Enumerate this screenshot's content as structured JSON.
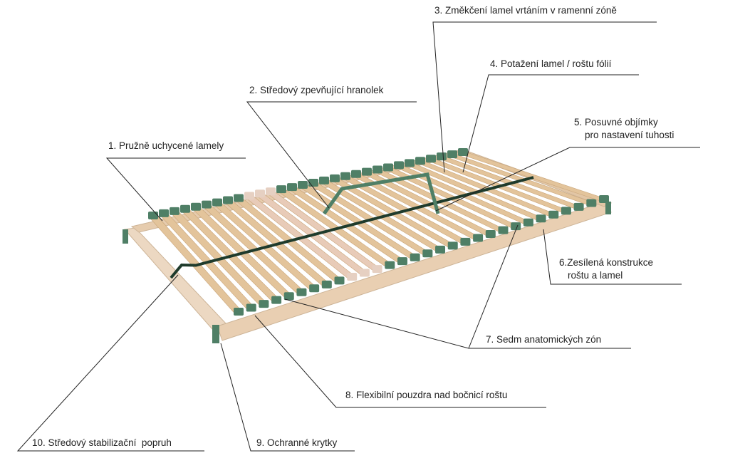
{
  "labels": {
    "l1": "1. Pružně uchycené lamely",
    "l2": "2. Středový zpevňující hranolek",
    "l3": "3. Změkčení lamel vrtáním v ramenní zóně",
    "l4": "4. Potažení lamel / roštu fólií",
    "l5a": "5. Posuvné objímky",
    "l5b": "pro nastavení tuhosti",
    "l6a": "6.Zesílená konstrukce",
    "l6b": "roštu a lamel",
    "l7": "7. Sedm anatomických zón",
    "l8": "8. Flexibilní pouzdra nad bočnicí roštu",
    "l9": "9. Ochranné krytky",
    "l10": "10. Středový stabilizační  popruh"
  },
  "colors": {
    "wood": "#e3c49b",
    "frame": "#ecd6bd",
    "cap": "#4f7f66",
    "strap": "#1f3b2c",
    "line": "#222222"
  }
}
